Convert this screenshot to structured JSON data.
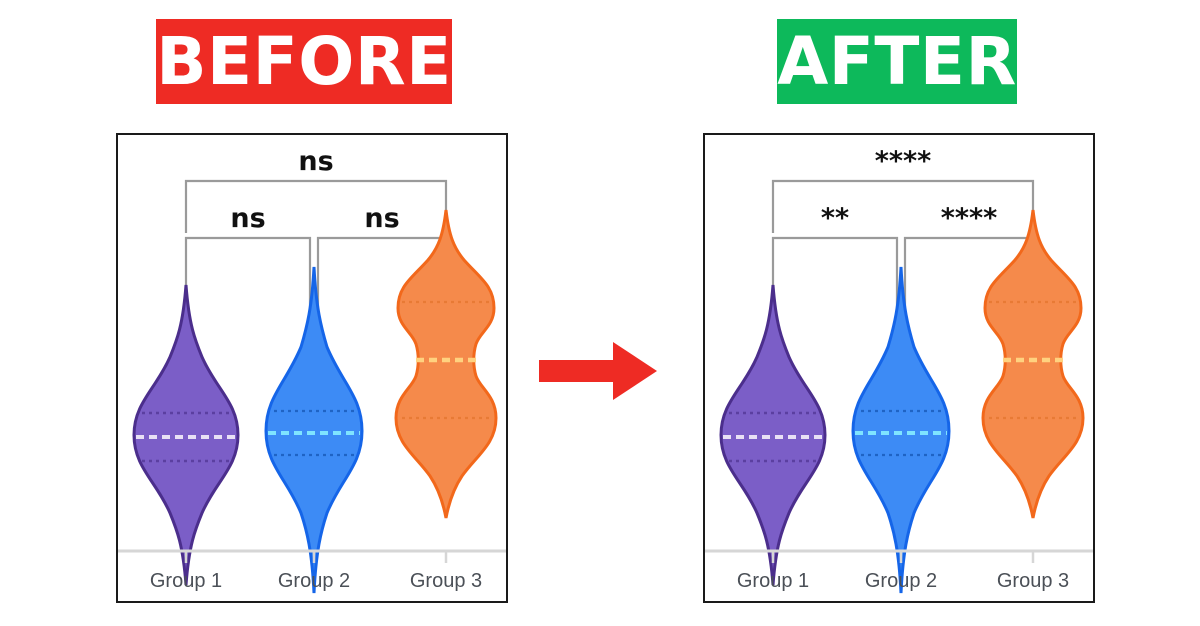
{
  "banners": {
    "before": {
      "label": "BEFORE",
      "color": "#EE2B24"
    },
    "after": {
      "label": "AFTER",
      "color": "#0DB95B"
    }
  },
  "arrow": {
    "name": "right-arrow",
    "color": "#EE2B24"
  },
  "axis": {
    "tick_labels": [
      "Group 1",
      "Group 2",
      "Group 3"
    ],
    "line_color": "#d6d6d6",
    "label_color": "#4b5057"
  },
  "panels": [
    {
      "id": "before",
      "title": "BEFORE",
      "significance": {
        "group1_vs_group3": "ns",
        "group1_vs_group2": "ns",
        "group2_vs_group3": "ns"
      },
      "bracket_color": "#9a9a9a"
    },
    {
      "id": "after",
      "title": "AFTER",
      "significance": {
        "group1_vs_group3": "****",
        "group1_vs_group2": "**",
        "group2_vs_group3": "****"
      },
      "bracket_color": "#9a9a9a"
    }
  ],
  "chart_data": {
    "type": "violin",
    "title": "",
    "xlabel": "",
    "ylabel": "",
    "categories": [
      "Group 1",
      "Group 2",
      "Group 3"
    ],
    "grid": false,
    "legend": "none",
    "series": [
      {
        "name": "Group 1",
        "color": "#7B5EC7",
        "edge_color": "#4B2E8C",
        "median_color": "#e8e0f5",
        "quartile_color": "#5b3fa0",
        "median": 0.5,
        "q1": 0.42,
        "q3": 0.58,
        "min": 0.06,
        "max": 0.86,
        "modality": "unimodal"
      },
      {
        "name": "Group 2",
        "color": "#3D8BF5",
        "edge_color": "#1565E8",
        "median_color": "#7fe4ff",
        "quartile_color": "#1f63c4",
        "median": 0.53,
        "q1": 0.46,
        "q3": 0.6,
        "min": 0.02,
        "max": 0.82,
        "modality": "unimodal"
      },
      {
        "name": "Group 3",
        "color": "#F58A4B",
        "edge_color": "#F2681B",
        "median_color": "#ffd27f",
        "quartile_color": "#e87a35",
        "median": 0.72,
        "q1": 0.63,
        "q3": 0.81,
        "min": 0.23,
        "max": 0.98,
        "modality": "bimodal"
      }
    ],
    "annotations": {
      "before": [
        {
          "from": "Group 1",
          "to": "Group 3",
          "label": "ns",
          "level": 2
        },
        {
          "from": "Group 1",
          "to": "Group 2",
          "label": "ns",
          "level": 1
        },
        {
          "from": "Group 2",
          "to": "Group 3",
          "label": "ns",
          "level": 1
        }
      ],
      "after": [
        {
          "from": "Group 1",
          "to": "Group 3",
          "label": "****",
          "level": 2
        },
        {
          "from": "Group 1",
          "to": "Group 2",
          "label": "**",
          "level": 1
        },
        {
          "from": "Group 2",
          "to": "Group 3",
          "label": "****",
          "level": 1
        }
      ]
    }
  }
}
